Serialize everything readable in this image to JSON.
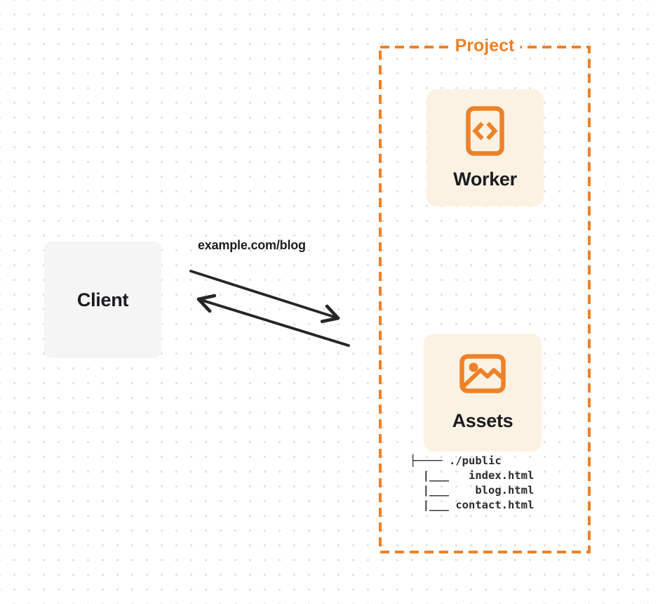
{
  "colors": {
    "accent_orange": "#ee8128",
    "card_background": "#fcf2e4",
    "client_background": "#f5f5f6",
    "arrow_dark": "#26262a",
    "dot_grid": "#e2e2e5"
  },
  "client": {
    "label": "Client"
  },
  "request": {
    "url_label": "example.com/blog"
  },
  "project": {
    "label": "Project",
    "worker": {
      "label": "Worker",
      "icon": "code-brackets-icon"
    },
    "assets": {
      "label": "Assets",
      "icon": "image-icon",
      "file_tree": "├──── ./public\n  |___   index.html\n  |___    blog.html\n  |___ contact.html"
    }
  }
}
